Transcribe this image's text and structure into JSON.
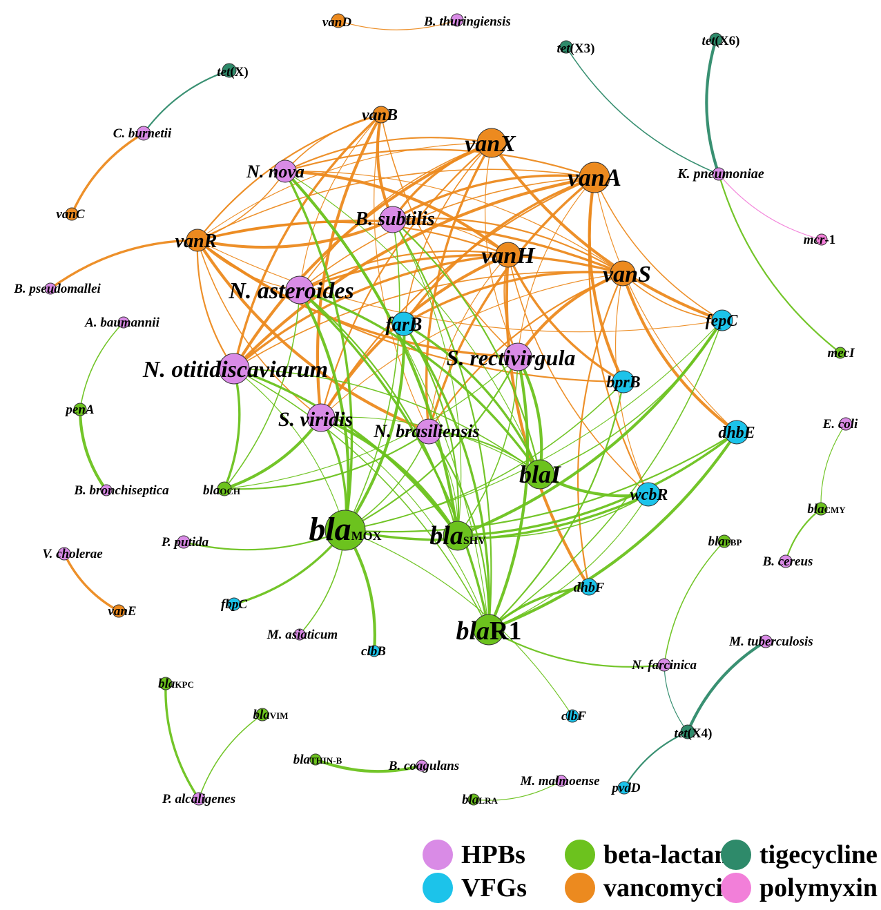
{
  "colors": {
    "HPB": "#d98be6",
    "VFG": "#1cc3ea",
    "beta-lactam": "#6cc21e",
    "vancomycin": "#ec8a1f",
    "tigecycline": "#2e8a6a",
    "polymyxin": "#f27fd9"
  },
  "legend": [
    {
      "key": "HPB",
      "label": "HPBs"
    },
    {
      "key": "beta-lactam",
      "label": "beta-lactam"
    },
    {
      "key": "tigecycline",
      "label": "tigecycline"
    },
    {
      "key": "VFG",
      "label": "VFGs"
    },
    {
      "key": "vancomycin",
      "label": "vancomycin"
    },
    {
      "key": "polymyxin",
      "label": "polymyxin"
    }
  ],
  "nodes": [
    {
      "id": "vanD",
      "italic": "vanD",
      "rest": "",
      "type": "vancomycin"
    },
    {
      "id": "Bthur",
      "italic": "B. thuringiensis",
      "rest": "",
      "type": "HPB"
    },
    {
      "id": "tetX",
      "italic": "tet",
      "rest": "(X)",
      "type": "tigecycline"
    },
    {
      "id": "tetX3",
      "italic": "tet",
      "rest": "(X3)",
      "type": "tigecycline"
    },
    {
      "id": "tetX6",
      "italic": "tet",
      "rest": "(X6)",
      "type": "tigecycline"
    },
    {
      "id": "Cburn",
      "italic": "C. burnetii",
      "rest": "",
      "type": "HPB"
    },
    {
      "id": "vanC",
      "italic": "vanC",
      "rest": "",
      "type": "vancomycin"
    },
    {
      "id": "vanB",
      "italic": "vanB",
      "rest": "",
      "type": "vancomycin"
    },
    {
      "id": "vanX",
      "italic": "vanX",
      "rest": "",
      "type": "vancomycin"
    },
    {
      "id": "vanA",
      "italic": "vanA",
      "rest": "",
      "type": "vancomycin"
    },
    {
      "id": "Nnova",
      "italic": "N. nova",
      "rest": "",
      "type": "HPB"
    },
    {
      "id": "Kpneu",
      "italic": "K. pneumoniae",
      "rest": "",
      "type": "HPB"
    },
    {
      "id": "Bsub",
      "italic": "B. subtilis",
      "rest": "",
      "type": "HPB"
    },
    {
      "id": "mcr1",
      "italic": "mcr",
      "rest": "-1",
      "type": "polymyxin"
    },
    {
      "id": "vanR",
      "italic": "vanR",
      "rest": "",
      "type": "vancomycin"
    },
    {
      "id": "vanH",
      "italic": "vanH",
      "rest": "",
      "type": "vancomycin"
    },
    {
      "id": "vanS",
      "italic": "vanS",
      "rest": "",
      "type": "vancomycin"
    },
    {
      "id": "Bpseudo",
      "italic": "B. pseudomallei",
      "rest": "",
      "type": "HPB"
    },
    {
      "id": "Nast",
      "italic": "N. asteroides",
      "rest": "",
      "type": "HPB"
    },
    {
      "id": "Abau",
      "italic": "A. baumannii",
      "rest": "",
      "type": "HPB"
    },
    {
      "id": "farB",
      "italic": "farB",
      "rest": "",
      "type": "VFG"
    },
    {
      "id": "fepC",
      "italic": "fepC",
      "rest": "",
      "type": "VFG"
    },
    {
      "id": "mecI",
      "italic": "mecI",
      "rest": "",
      "type": "beta-lactam"
    },
    {
      "id": "Notit",
      "italic": "N. otitidiscaviarum",
      "rest": "",
      "type": "HPB"
    },
    {
      "id": "Srect",
      "italic": "S. rectivirgula",
      "rest": "",
      "type": "HPB"
    },
    {
      "id": "penA",
      "italic": "penA",
      "rest": "",
      "type": "beta-lactam"
    },
    {
      "id": "bprB",
      "italic": "bprB",
      "rest": "",
      "type": "VFG"
    },
    {
      "id": "Svir",
      "italic": "S. viridis",
      "rest": "",
      "type": "HPB"
    },
    {
      "id": "Nbras",
      "italic": "N. brasiliensis",
      "rest": "",
      "type": "HPB"
    },
    {
      "id": "dhbE",
      "italic": "dhbE",
      "rest": "",
      "type": "VFG"
    },
    {
      "id": "Ecoli",
      "italic": "E. coli",
      "rest": "",
      "type": "HPB"
    },
    {
      "id": "blaI",
      "italic": "blaI",
      "rest": "",
      "type": "beta-lactam"
    },
    {
      "id": "Bbron",
      "italic": "B. bronchiseptica",
      "rest": "",
      "type": "HPB"
    },
    {
      "id": "blaOCH",
      "italic": "bla",
      "rest": "OCH",
      "type": "beta-lactam"
    },
    {
      "id": "wcbR",
      "italic": "wcbR",
      "rest": "",
      "type": "VFG"
    },
    {
      "id": "blaCMY",
      "italic": "bla",
      "rest": "CMY",
      "type": "beta-lactam"
    },
    {
      "id": "blaPBP",
      "italic": "bla",
      "rest": "PBP",
      "type": "beta-lactam"
    },
    {
      "id": "blaMOX",
      "italic": "bla",
      "rest": "MOX",
      "type": "beta-lactam"
    },
    {
      "id": "blaSHV",
      "italic": "bla",
      "rest": "SHV",
      "type": "beta-lactam"
    },
    {
      "id": "Pputida",
      "italic": "P. putida",
      "rest": "",
      "type": "HPB"
    },
    {
      "id": "Vchol",
      "italic": "V. cholerae",
      "rest": "",
      "type": "HPB"
    },
    {
      "id": "Bcereus",
      "italic": "B. cereus",
      "rest": "",
      "type": "HPB"
    },
    {
      "id": "dhbF",
      "italic": "dhbF",
      "rest": "",
      "type": "VFG"
    },
    {
      "id": "fbpC",
      "italic": "fbpC",
      "rest": "",
      "type": "VFG"
    },
    {
      "id": "vanE",
      "italic": "vanE",
      "rest": "",
      "type": "vancomycin"
    },
    {
      "id": "blaR1",
      "italic": "bla",
      "rest": "R1",
      "type": "beta-lactam"
    },
    {
      "id": "Masiat",
      "italic": "M. asiaticum",
      "rest": "",
      "type": "HPB"
    },
    {
      "id": "Mtub",
      "italic": "M. tuberculosis",
      "rest": "",
      "type": "HPB"
    },
    {
      "id": "clbB",
      "italic": "clbB",
      "rest": "",
      "type": "VFG"
    },
    {
      "id": "Nfarc",
      "italic": "N. farcinica",
      "rest": "",
      "type": "HPB"
    },
    {
      "id": "blaKPC",
      "italic": "bla",
      "rest": "KPC",
      "type": "beta-lactam"
    },
    {
      "id": "blaVIM",
      "italic": "bla",
      "rest": "VIM",
      "type": "beta-lactam"
    },
    {
      "id": "clbF",
      "italic": "clbF",
      "rest": "",
      "type": "VFG"
    },
    {
      "id": "tetX4",
      "italic": "tet",
      "rest": "(X4)",
      "type": "tigecycline"
    },
    {
      "id": "blaTHINB",
      "italic": "bla",
      "rest": "THIN-B",
      "type": "beta-lactam"
    },
    {
      "id": "Bcoag",
      "italic": "B. coagulans",
      "rest": "",
      "type": "HPB"
    },
    {
      "id": "Mmalm",
      "italic": "M. malmoense",
      "rest": "",
      "type": "HPB"
    },
    {
      "id": "pvdD",
      "italic": "pvdD",
      "rest": "",
      "type": "VFG"
    },
    {
      "id": "Palc",
      "italic": "P. alcaligenes",
      "rest": "",
      "type": "HPB"
    },
    {
      "id": "blaLRA",
      "italic": "bla",
      "rest": "LRA",
      "type": "beta-lactam"
    }
  ],
  "edges": [
    [
      "vanD",
      "Bthur"
    ],
    [
      "tetX",
      "Cburn"
    ],
    [
      "Cburn",
      "vanC"
    ],
    [
      "tetX3",
      "Kpneu"
    ],
    [
      "tetX6",
      "Kpneu"
    ],
    [
      "Kpneu",
      "mcr1"
    ],
    [
      "Kpneu",
      "mecI"
    ],
    [
      "vanR",
      "Bpseudo"
    ],
    [
      "Abau",
      "penA"
    ],
    [
      "penA",
      "Bbron"
    ],
    [
      "Ecoli",
      "blaCMY"
    ],
    [
      "blaCMY",
      "Bcereus"
    ],
    [
      "Vchol",
      "vanE"
    ],
    [
      "blaPBP",
      "Nfarc"
    ],
    [
      "Mtub",
      "tetX4"
    ],
    [
      "Nfarc",
      "tetX4"
    ],
    [
      "tetX4",
      "pvdD"
    ],
    [
      "blaKPC",
      "Palc"
    ],
    [
      "blaVIM",
      "Palc"
    ],
    [
      "blaTHINB",
      "Bcoag"
    ],
    [
      "blaLRA",
      "Mmalm"
    ],
    [
      "Pputida",
      "blaMOX"
    ],
    [
      "fbpC",
      "blaMOX"
    ],
    [
      "Masiat",
      "blaMOX"
    ],
    [
      "clbB",
      "blaMOX"
    ],
    [
      "clbF",
      "blaMOX"
    ],
    [
      "blaR1",
      "Nfarc"
    ],
    [
      "dhbF",
      "blaR1"
    ],
    [
      "vanB",
      "Nnova"
    ],
    [
      "vanB",
      "Bsub"
    ],
    [
      "vanB",
      "Nast"
    ],
    [
      "vanB",
      "vanR"
    ],
    [
      "vanB",
      "Notit"
    ],
    [
      "vanB",
      "Srect"
    ],
    [
      "vanB",
      "Svir"
    ],
    [
      "vanB",
      "Nbras"
    ],
    [
      "vanX",
      "Nnova"
    ],
    [
      "vanX",
      "Bsub"
    ],
    [
      "vanX",
      "Nast"
    ],
    [
      "vanX",
      "Notit"
    ],
    [
      "vanX",
      "Srect"
    ],
    [
      "vanX",
      "Svir"
    ],
    [
      "vanX",
      "Nbras"
    ],
    [
      "vanX",
      "farB"
    ],
    [
      "vanX",
      "fepC"
    ],
    [
      "vanX",
      "vanR"
    ],
    [
      "vanA",
      "Nnova"
    ],
    [
      "vanA",
      "Bsub"
    ],
    [
      "vanA",
      "Nast"
    ],
    [
      "vanA",
      "Notit"
    ],
    [
      "vanA",
      "Srect"
    ],
    [
      "vanA",
      "Svir"
    ],
    [
      "vanA",
      "Nbras"
    ],
    [
      "vanA",
      "fepC"
    ],
    [
      "vanA",
      "bprB"
    ],
    [
      "vanA",
      "dhbE"
    ],
    [
      "vanA",
      "wcbR"
    ],
    [
      "vanA",
      "farB"
    ],
    [
      "vanA",
      "vanR"
    ],
    [
      "vanH",
      "Nnova"
    ],
    [
      "vanH",
      "Bsub"
    ],
    [
      "vanH",
      "Nast"
    ],
    [
      "vanH",
      "Notit"
    ],
    [
      "vanH",
      "Srect"
    ],
    [
      "vanH",
      "Svir"
    ],
    [
      "vanH",
      "Nbras"
    ],
    [
      "vanH",
      "vanR"
    ],
    [
      "vanH",
      "bprB"
    ],
    [
      "vanH",
      "wcbR"
    ],
    [
      "vanH",
      "dhbF"
    ],
    [
      "vanS",
      "Nnova"
    ],
    [
      "vanS",
      "Bsub"
    ],
    [
      "vanS",
      "Nast"
    ],
    [
      "vanS",
      "Notit"
    ],
    [
      "vanS",
      "Srect"
    ],
    [
      "vanS",
      "Svir"
    ],
    [
      "vanS",
      "Nbras"
    ],
    [
      "vanS",
      "vanR"
    ],
    [
      "vanS",
      "fepC"
    ],
    [
      "vanS",
      "dhbE"
    ],
    [
      "vanS",
      "wcbR"
    ],
    [
      "vanS",
      "dhbF"
    ],
    [
      "vanS",
      "farB"
    ],
    [
      "vanR",
      "Nnova"
    ],
    [
      "vanR",
      "Bsub"
    ],
    [
      "vanR",
      "Nast"
    ],
    [
      "vanR",
      "Notit"
    ],
    [
      "vanR",
      "Srect"
    ],
    [
      "vanR",
      "Svir"
    ],
    [
      "vanR",
      "Nbras"
    ],
    [
      "vanR",
      "fepC"
    ],
    [
      "vanR",
      "bprB"
    ],
    [
      "blaMOX",
      "Nnova"
    ],
    [
      "blaMOX",
      "Bsub"
    ],
    [
      "blaMOX",
      "Nast"
    ],
    [
      "blaMOX",
      "Notit"
    ],
    [
      "blaMOX",
      "Srect"
    ],
    [
      "blaMOX",
      "Svir"
    ],
    [
      "blaMOX",
      "Nbras"
    ],
    [
      "blaMOX",
      "farB"
    ],
    [
      "blaMOX",
      "fepC"
    ],
    [
      "blaMOX",
      "dhbE"
    ],
    [
      "blaMOX",
      "wcbR"
    ],
    [
      "blaMOX",
      "bprB"
    ],
    [
      "blaSHV",
      "Nnova"
    ],
    [
      "blaSHV",
      "Bsub"
    ],
    [
      "blaSHV",
      "Nast"
    ],
    [
      "blaSHV",
      "Notit"
    ],
    [
      "blaSHV",
      "Srect"
    ],
    [
      "blaSHV",
      "Svir"
    ],
    [
      "blaSHV",
      "Nbras"
    ],
    [
      "blaSHV",
      "farB"
    ],
    [
      "blaSHV",
      "dhbE"
    ],
    [
      "blaSHV",
      "wcbR"
    ],
    [
      "blaSHV",
      "fepC"
    ],
    [
      "blaI",
      "Nnova"
    ],
    [
      "blaI",
      "Bsub"
    ],
    [
      "blaI",
      "Nast"
    ],
    [
      "blaI",
      "Notit"
    ],
    [
      "blaI",
      "Srect"
    ],
    [
      "blaI",
      "Svir"
    ],
    [
      "blaI",
      "Nbras"
    ],
    [
      "blaI",
      "farB"
    ],
    [
      "blaI",
      "fepC"
    ],
    [
      "blaI",
      "wcbR"
    ],
    [
      "blaR1",
      "Nnova"
    ],
    [
      "blaR1",
      "Bsub"
    ],
    [
      "blaR1",
      "Nast"
    ],
    [
      "blaR1",
      "Notit"
    ],
    [
      "blaR1",
      "Srect"
    ],
    [
      "blaR1",
      "Svir"
    ],
    [
      "blaR1",
      "Nbras"
    ],
    [
      "blaR1",
      "farB"
    ],
    [
      "blaR1",
      "fepC"
    ],
    [
      "blaR1",
      "dhbE"
    ],
    [
      "blaR1",
      "wcbR"
    ],
    [
      "blaR1",
      "bprB"
    ],
    [
      "blaOCH",
      "Notit"
    ],
    [
      "blaOCH",
      "Nast"
    ],
    [
      "blaOCH",
      "Svir"
    ],
    [
      "blaOCH",
      "Srect"
    ],
    [
      "blaOCH",
      "Nbras"
    ]
  ]
}
